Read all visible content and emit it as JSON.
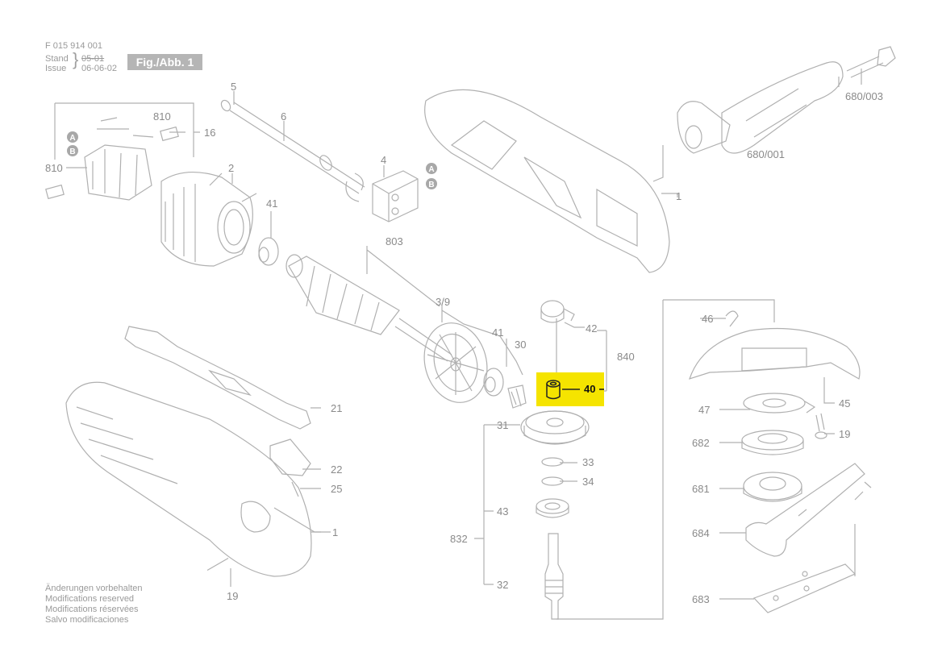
{
  "header": {
    "doc_number": "F 015 914 001",
    "stand_label": "Stand",
    "stand_value": "05-01",
    "issue_label": "Issue",
    "issue_value": "06-06-02",
    "fig_label": "Fig./Abb. 1"
  },
  "footnotes": [
    "Änderungen vorbehalten",
    "Modifications reserved",
    "Modifications réservées",
    "Salvo modificaciones"
  ],
  "highlight": {
    "label": "40",
    "color": "#f5e400"
  },
  "labels": {
    "l5": "5",
    "l6": "6",
    "l810a": "810",
    "l16": "16",
    "l810b": "810",
    "lA1": "A",
    "lB1": "B",
    "l4": "4",
    "lA2": "A",
    "lB2": "B",
    "l2": "2",
    "l41a": "41",
    "l803": "803",
    "l39": "3/9",
    "l41b": "41",
    "l30": "30",
    "l42": "42",
    "l840": "840",
    "l31": "31",
    "l33": "33",
    "l34": "34",
    "l43": "43",
    "l832": "832",
    "l32": "32",
    "l21": "21",
    "l22": "22",
    "l25": "25",
    "l1a": "1",
    "l1b": "1",
    "l19a": "19",
    "l680003": "680/003",
    "l680001": "680/001",
    "l46": "46",
    "l45": "45",
    "l47": "47",
    "l19b": "19",
    "l682": "682",
    "l681": "681",
    "l684": "684",
    "l683": "683"
  }
}
